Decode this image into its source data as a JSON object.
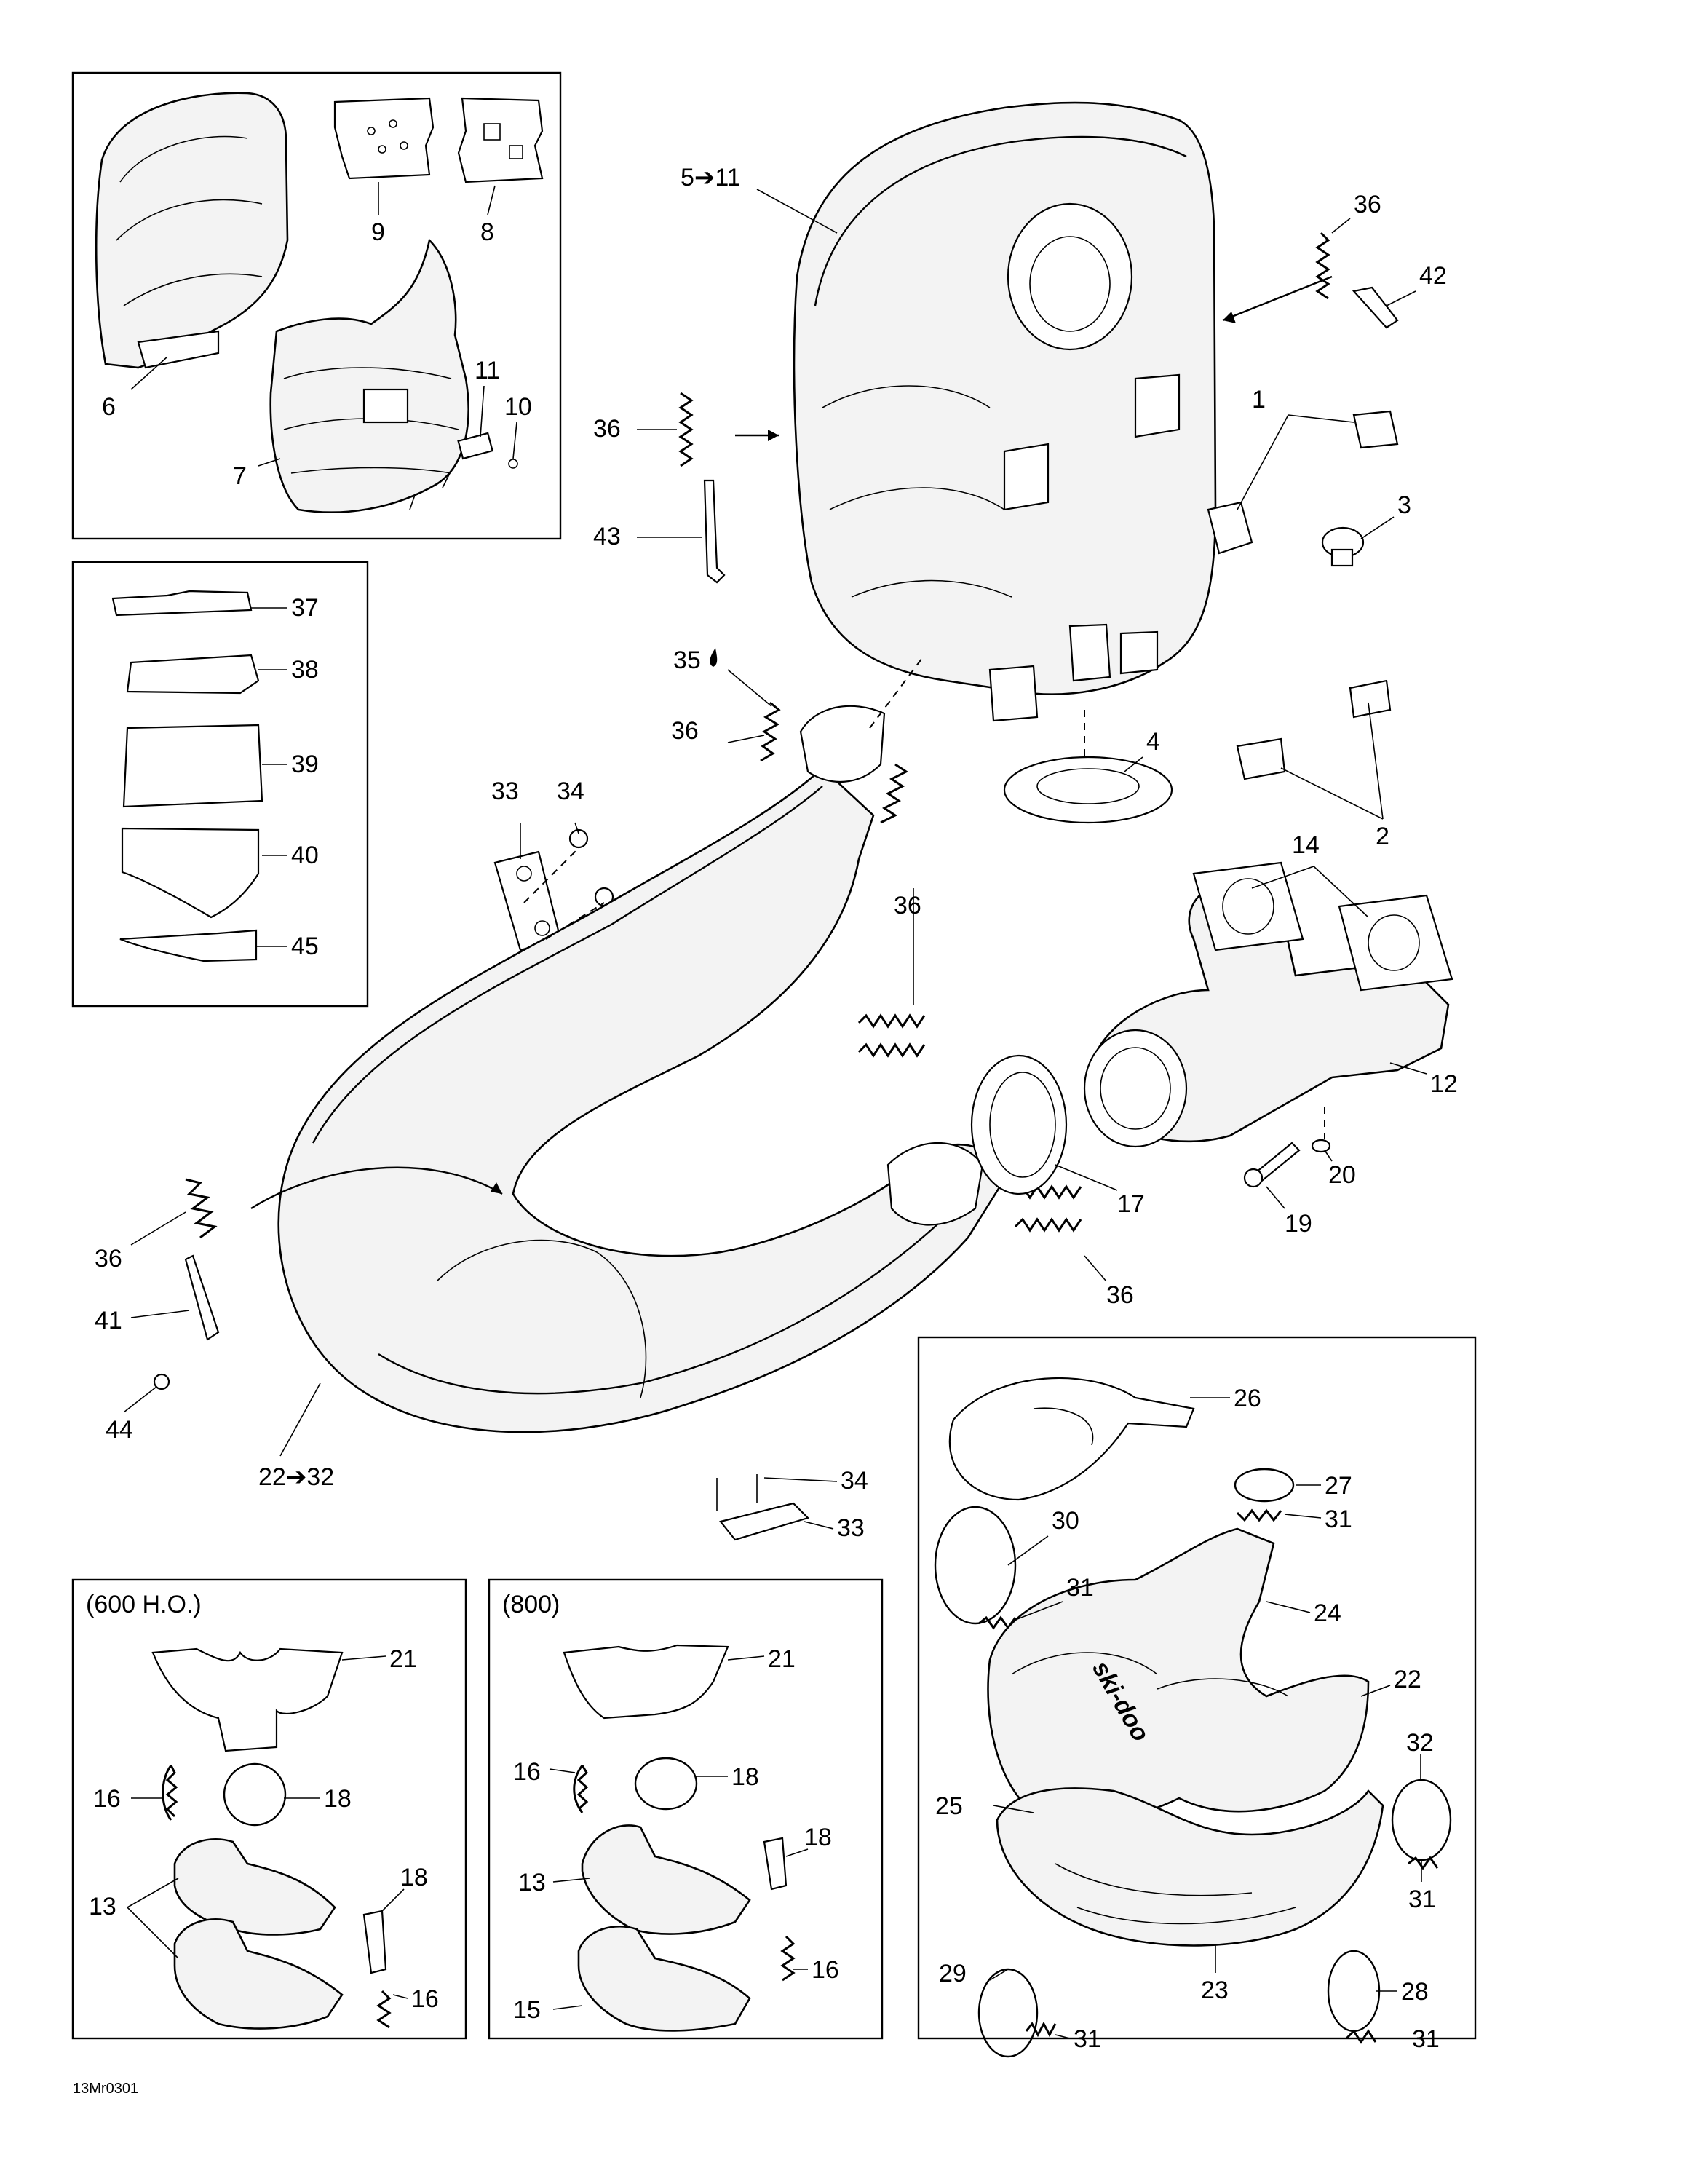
{
  "drawing_code": "13Mr0301",
  "insets": {
    "ho600": {
      "title": "(600 H.O.)"
    },
    "s800": {
      "title": "(800)"
    }
  },
  "callouts": {
    "c5_11": "5➔11",
    "c36_top": "36",
    "c42": "42",
    "c1": "1",
    "c3": "3",
    "c36_left": "36",
    "c43": "43",
    "c35": "35",
    "c36_mid": "36",
    "c4": "4",
    "c2": "2",
    "c33_top": "33",
    "c34_top": "34",
    "c36_right": "36",
    "c14": "14",
    "c12": "12",
    "c20": "20",
    "c19": "19",
    "c17": "17",
    "c36_bottom": "36",
    "c36_lower_left": "36",
    "c41": "41",
    "c44": "44",
    "c22_32": "22➔32",
    "c34_low": "34",
    "c33_low": "33",
    "c9": "9",
    "c8": "8",
    "c6": "6",
    "c7": "7",
    "c11": "11",
    "c10": "10",
    "c37": "37",
    "c38": "38",
    "c39": "39",
    "c40": "40",
    "c45": "45",
    "c21_ho": "21",
    "c16_ho": "16",
    "c18_ho_a": "18",
    "c18_ho_b": "18",
    "c13_ho": "13",
    "c16_ho_b": "16",
    "c21_800": "21",
    "c16_800": "16",
    "c18_800_a": "18",
    "c18_800_b": "18",
    "c13_800": "13",
    "c16_800_b": "16",
    "c15_800": "15",
    "c26": "26",
    "c27": "27",
    "c31_a": "31",
    "c30": "30",
    "c31_b": "31",
    "c24": "24",
    "c22": "22",
    "c32": "32",
    "c31_c": "31",
    "c25": "25",
    "c29": "29",
    "c31_d": "31",
    "c23": "23",
    "c28": "28",
    "c31_e": "31"
  },
  "logo_text": "ski-doo"
}
